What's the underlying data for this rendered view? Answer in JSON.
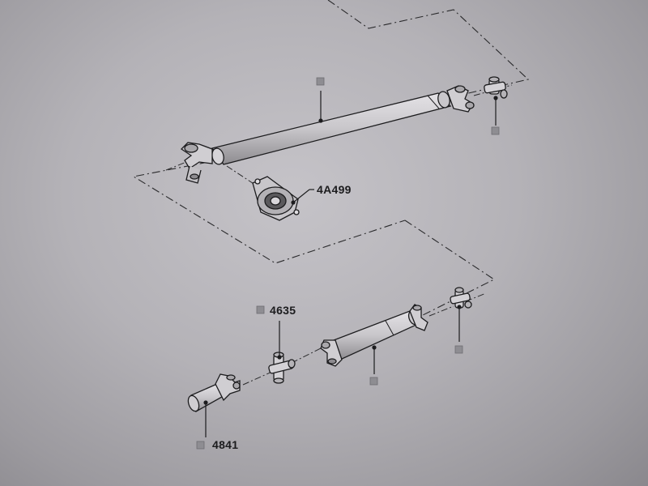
{
  "diagram": {
    "part_labels": {
      "center_bearing": "4A499",
      "universal_joint": "4635",
      "slip_yoke": "4841"
    },
    "colors": {
      "paper": "#b9b7bc",
      "ink": "#1c1c1e",
      "callout_square": "#8e8d92",
      "shaft_fill": "#d2d0d4"
    }
  }
}
